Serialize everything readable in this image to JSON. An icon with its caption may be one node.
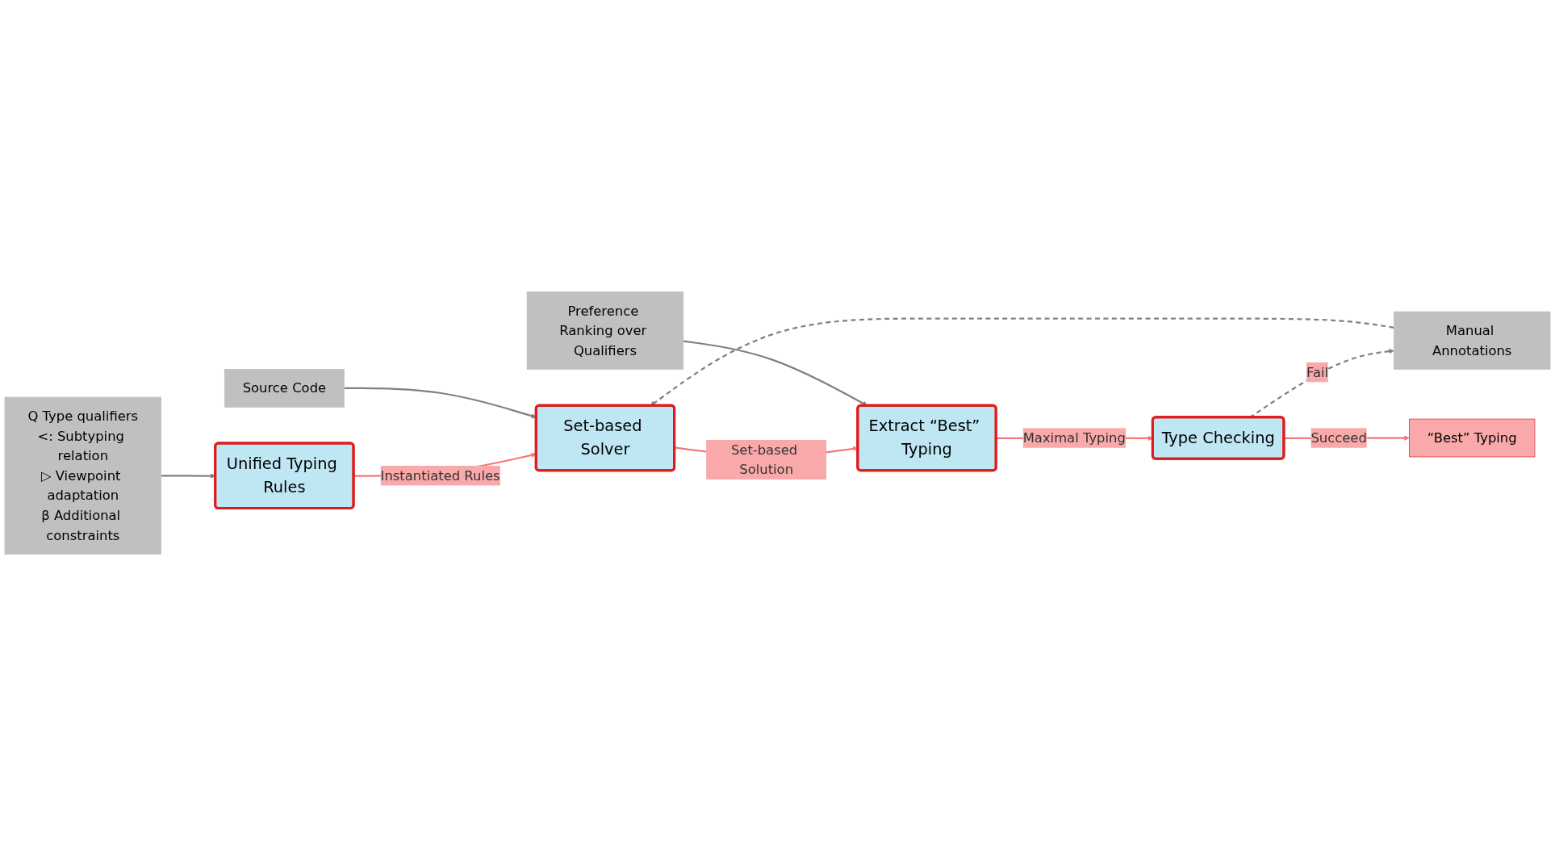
{
  "diagram": {
    "nodes": [
      {
        "text": [
          "Unified Typing Rules"
        ]
      },
      {
        "text": [
          "Set-based Solver"
        ]
      },
      {
        "text": [
          "Extract “Best” Typing"
        ]
      },
      {
        "text": [
          "Type Checking"
        ]
      },
      {
        "text": [
          "Manual Annotations"
        ]
      },
      {
        "text": [
          "“Best” Typing"
        ]
      },
      {
        "text": [
          "Q Type qualifiers",
          "<: Subtyping relation",
          "▷ Viewpoint adaptation",
          "β Additional constraints"
        ]
      },
      {
        "text": [
          "Source Code"
        ]
      },
      {
        "text": [
          "Preference Ranking over Qualifiers"
        ]
      }
    ],
    "edges": [
      {
        "from": 0,
        "to": 1,
        "arrow": "to",
        "label": "Instantiated Rules",
        "color": "#f4777a"
      },
      {
        "from": 1,
        "to": 2,
        "arrow": "to",
        "label": "Set-based Solution",
        "color": "#f4777a"
      },
      {
        "from": 2,
        "to": 3,
        "arrow": "to",
        "label": "Maximal Typing",
        "color": "#f4777a"
      },
      {
        "from": 3,
        "to": 4,
        "arrow": "to",
        "label": "Fail",
        "style": "dashed"
      },
      {
        "from": 4,
        "to": 1,
        "arrow": "to",
        "style": "dashed"
      },
      {
        "from": 3,
        "to": 5,
        "arrow": "to",
        "label": "Succeed",
        "color": "#f4777a"
      },
      {
        "from": 6,
        "to": 0,
        "arrow": "to"
      },
      {
        "from": 7,
        "to": 1,
        "arrow": "to"
      },
      {
        "from": 8,
        "to": 2,
        "arrow": "to"
      }
    ]
  }
}
